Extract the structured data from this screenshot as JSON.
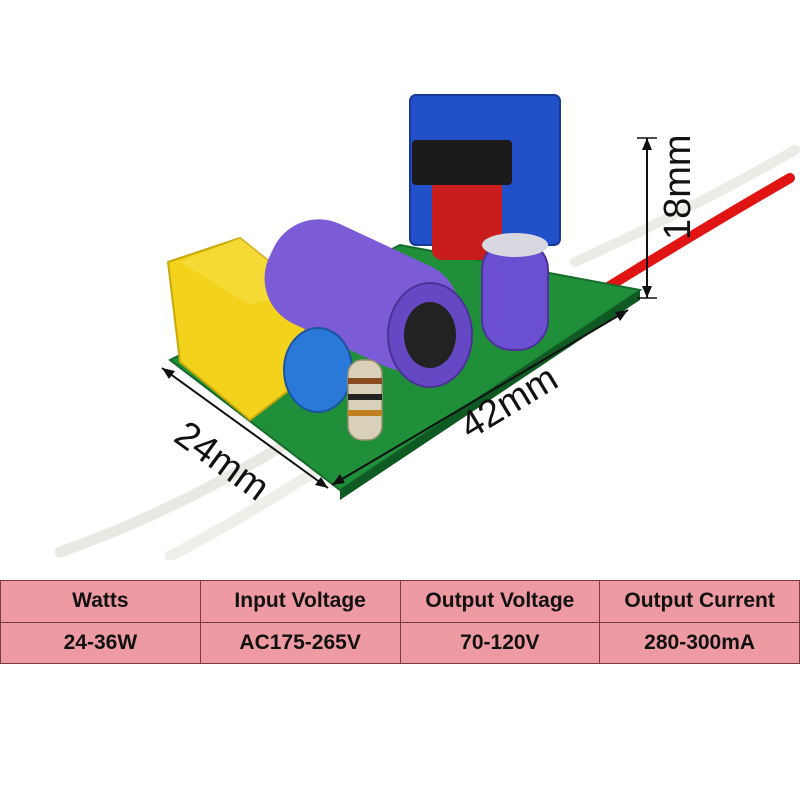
{
  "dimensions": {
    "height": "18mm",
    "length": "42mm",
    "width": "24mm"
  },
  "specs_table": {
    "headers": [
      "Watts",
      "Input Voltage",
      "Output Voltage",
      "Output Current"
    ],
    "values": [
      "24-36W",
      "AC175-265V",
      "70-120V",
      "280-300mA"
    ]
  }
}
